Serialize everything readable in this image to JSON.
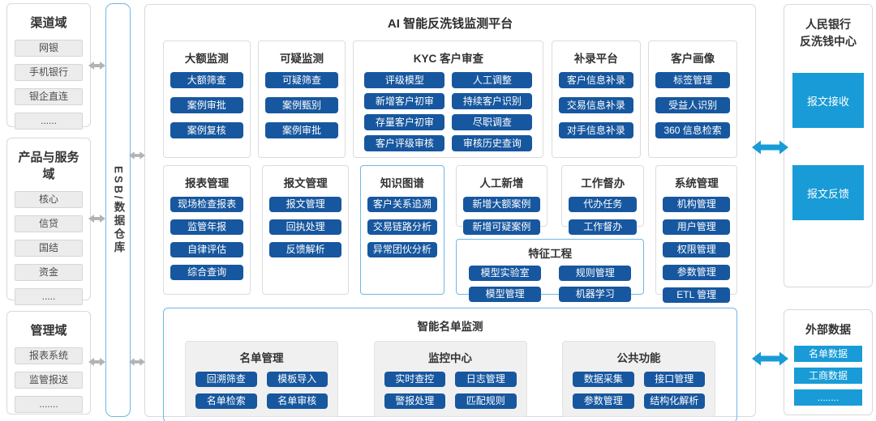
{
  "colors": {
    "dark_blue": "#17579f",
    "bright_blue": "#189bd6",
    "accent_border": "#6cb8e6",
    "gray_arrow": "#b3b3b3"
  },
  "esb_label": "ESB/数据仓库",
  "left_domains": [
    {
      "id": "channel",
      "title": "渠道域",
      "items": [
        "网银",
        "手机银行",
        "银企直连",
        "......"
      ]
    },
    {
      "id": "product-service",
      "title": "产品与服务域",
      "items": [
        "核心",
        "信贷",
        "国结",
        "资金",
        "....."
      ]
    },
    {
      "id": "management",
      "title": "管理域",
      "items": [
        "报表系统",
        "监管报送",
        "......."
      ]
    }
  ],
  "platform": {
    "title": "AI 智能反洗钱监测平台",
    "row1": [
      {
        "id": "large-amount-monitor",
        "title": "大额监测",
        "cols": 1,
        "buttons": [
          "大额筛查",
          "案例审批",
          "案例复核"
        ]
      },
      {
        "id": "suspicious-monitor",
        "title": "可疑监测",
        "cols": 1,
        "buttons": [
          "可疑筛查",
          "案例甄别",
          "案例审批"
        ]
      },
      {
        "id": "kyc-review",
        "title": "KYC 客户审查",
        "cols": 2,
        "buttons": [
          "评级模型",
          "人工调整",
          "新增客户初审",
          "持续客户识别",
          "存量客户初审",
          "尽职调查",
          "客户评级审核",
          "审核历史查询"
        ]
      },
      {
        "id": "supplement-platform",
        "title": "补录平台",
        "cols": 1,
        "buttons": [
          "客户信息补录",
          "交易信息补录",
          "对手信息补录"
        ]
      },
      {
        "id": "customer-profile",
        "title": "客户画像",
        "cols": 1,
        "buttons": [
          "标签管理",
          "受益人识别",
          "360 信息检索"
        ]
      }
    ],
    "row2": [
      {
        "id": "report-management",
        "title": "报表管理",
        "cols": 1,
        "buttons": [
          "现场检查报表",
          "监管年报",
          "自律评估",
          "综合查询"
        ]
      },
      {
        "id": "message-management",
        "title": "报文管理",
        "cols": 1,
        "buttons": [
          "报文管理",
          "回执处理",
          "反馈解析"
        ]
      },
      {
        "id": "knowledge-graph",
        "title": "知识图谱",
        "cols": 1,
        "accent": true,
        "buttons": [
          "客户关系追溯",
          "交易链路分析",
          "异常团伙分析"
        ]
      },
      {
        "id": "manual-add",
        "title": "人工新增",
        "cols": 1,
        "buttons": [
          "新增大额案例",
          "新增可疑案例"
        ]
      },
      {
        "id": "work-supervision",
        "title": "工作督办",
        "cols": 1,
        "buttons": [
          "代办任务",
          "工作督办"
        ]
      },
      {
        "id": "system-management",
        "title": "系统管理",
        "cols": 1,
        "buttons": [
          "机构管理",
          "用户管理",
          "权限管理",
          "参数管理",
          "ETL 管理"
        ]
      }
    ],
    "feature_box": {
      "id": "feature-engineering",
      "title": "特征工程",
      "cols": 2,
      "accent": true,
      "buttons": [
        "模型实验室",
        "规则管理",
        "模型管理",
        "机器学习"
      ]
    },
    "smart_list": {
      "title": "智能名单监测",
      "panels": [
        {
          "id": "list-management",
          "title": "名单管理",
          "buttons": [
            "回溯筛查",
            "模板导入",
            "名单检索",
            "名单审核"
          ]
        },
        {
          "id": "monitor-center",
          "title": "监控中心",
          "buttons": [
            "实时查控",
            "日志管理",
            "警报处理",
            "匹配规则"
          ]
        },
        {
          "id": "common-functions",
          "title": "公共功能",
          "buttons": [
            "数据采集",
            "接口管理",
            "参数管理",
            "结构化解析"
          ]
        }
      ]
    }
  },
  "right": {
    "pboc": {
      "id": "pboc-aml-center",
      "title_lines": [
        "人民银行",
        "反洗钱中心"
      ],
      "blocks": [
        "报文接收",
        "报文反馈"
      ]
    },
    "external": {
      "id": "external-data",
      "title": "外部数据",
      "items": [
        "名单数据",
        "工商数据",
        "........"
      ]
    }
  }
}
